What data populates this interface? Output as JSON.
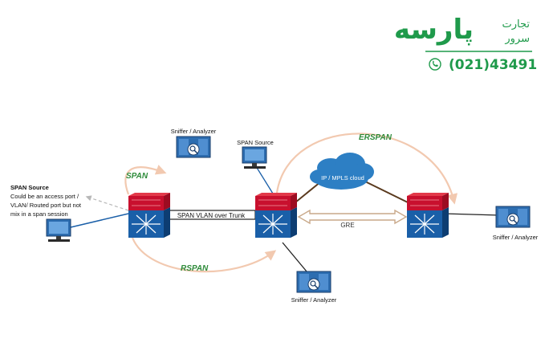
{
  "logo": {
    "brand_word": "پارسه",
    "sub_line_1": "تجارت",
    "sub_line_2": "سرور",
    "phone": "(021)43491",
    "phone_icon": "phone-icon"
  },
  "labels": {
    "span": "SPAN",
    "rspan": "RSPAN",
    "erspan": "ERSPAN",
    "gre": "GRE",
    "trunk": "SPAN VLAN over Trunk",
    "cloud": "IP / MPLS cloud",
    "span_source_top": "SPAN Source",
    "sniffer_top": "Sniffer / Analyzer",
    "sniffer_bottom": "Sniffer / Analyzer",
    "sniffer_right": "Sniffer / Analyzer",
    "span_source_left_title": "SPAN Source",
    "span_source_left_line1": "Could be an access port /",
    "span_source_left_line2": "VLAN/ Routed port but not",
    "span_source_left_line3": "mix in a span session"
  },
  "colors": {
    "brand_green": "#1f9a4b",
    "label_green": "#2e8b3a",
    "switch_top": "#c8102e",
    "switch_body": "#1a5fa8",
    "arc": "#f2c9b0",
    "link_brown": "#5a3a1e",
    "cloud": "#2d7fc4"
  }
}
